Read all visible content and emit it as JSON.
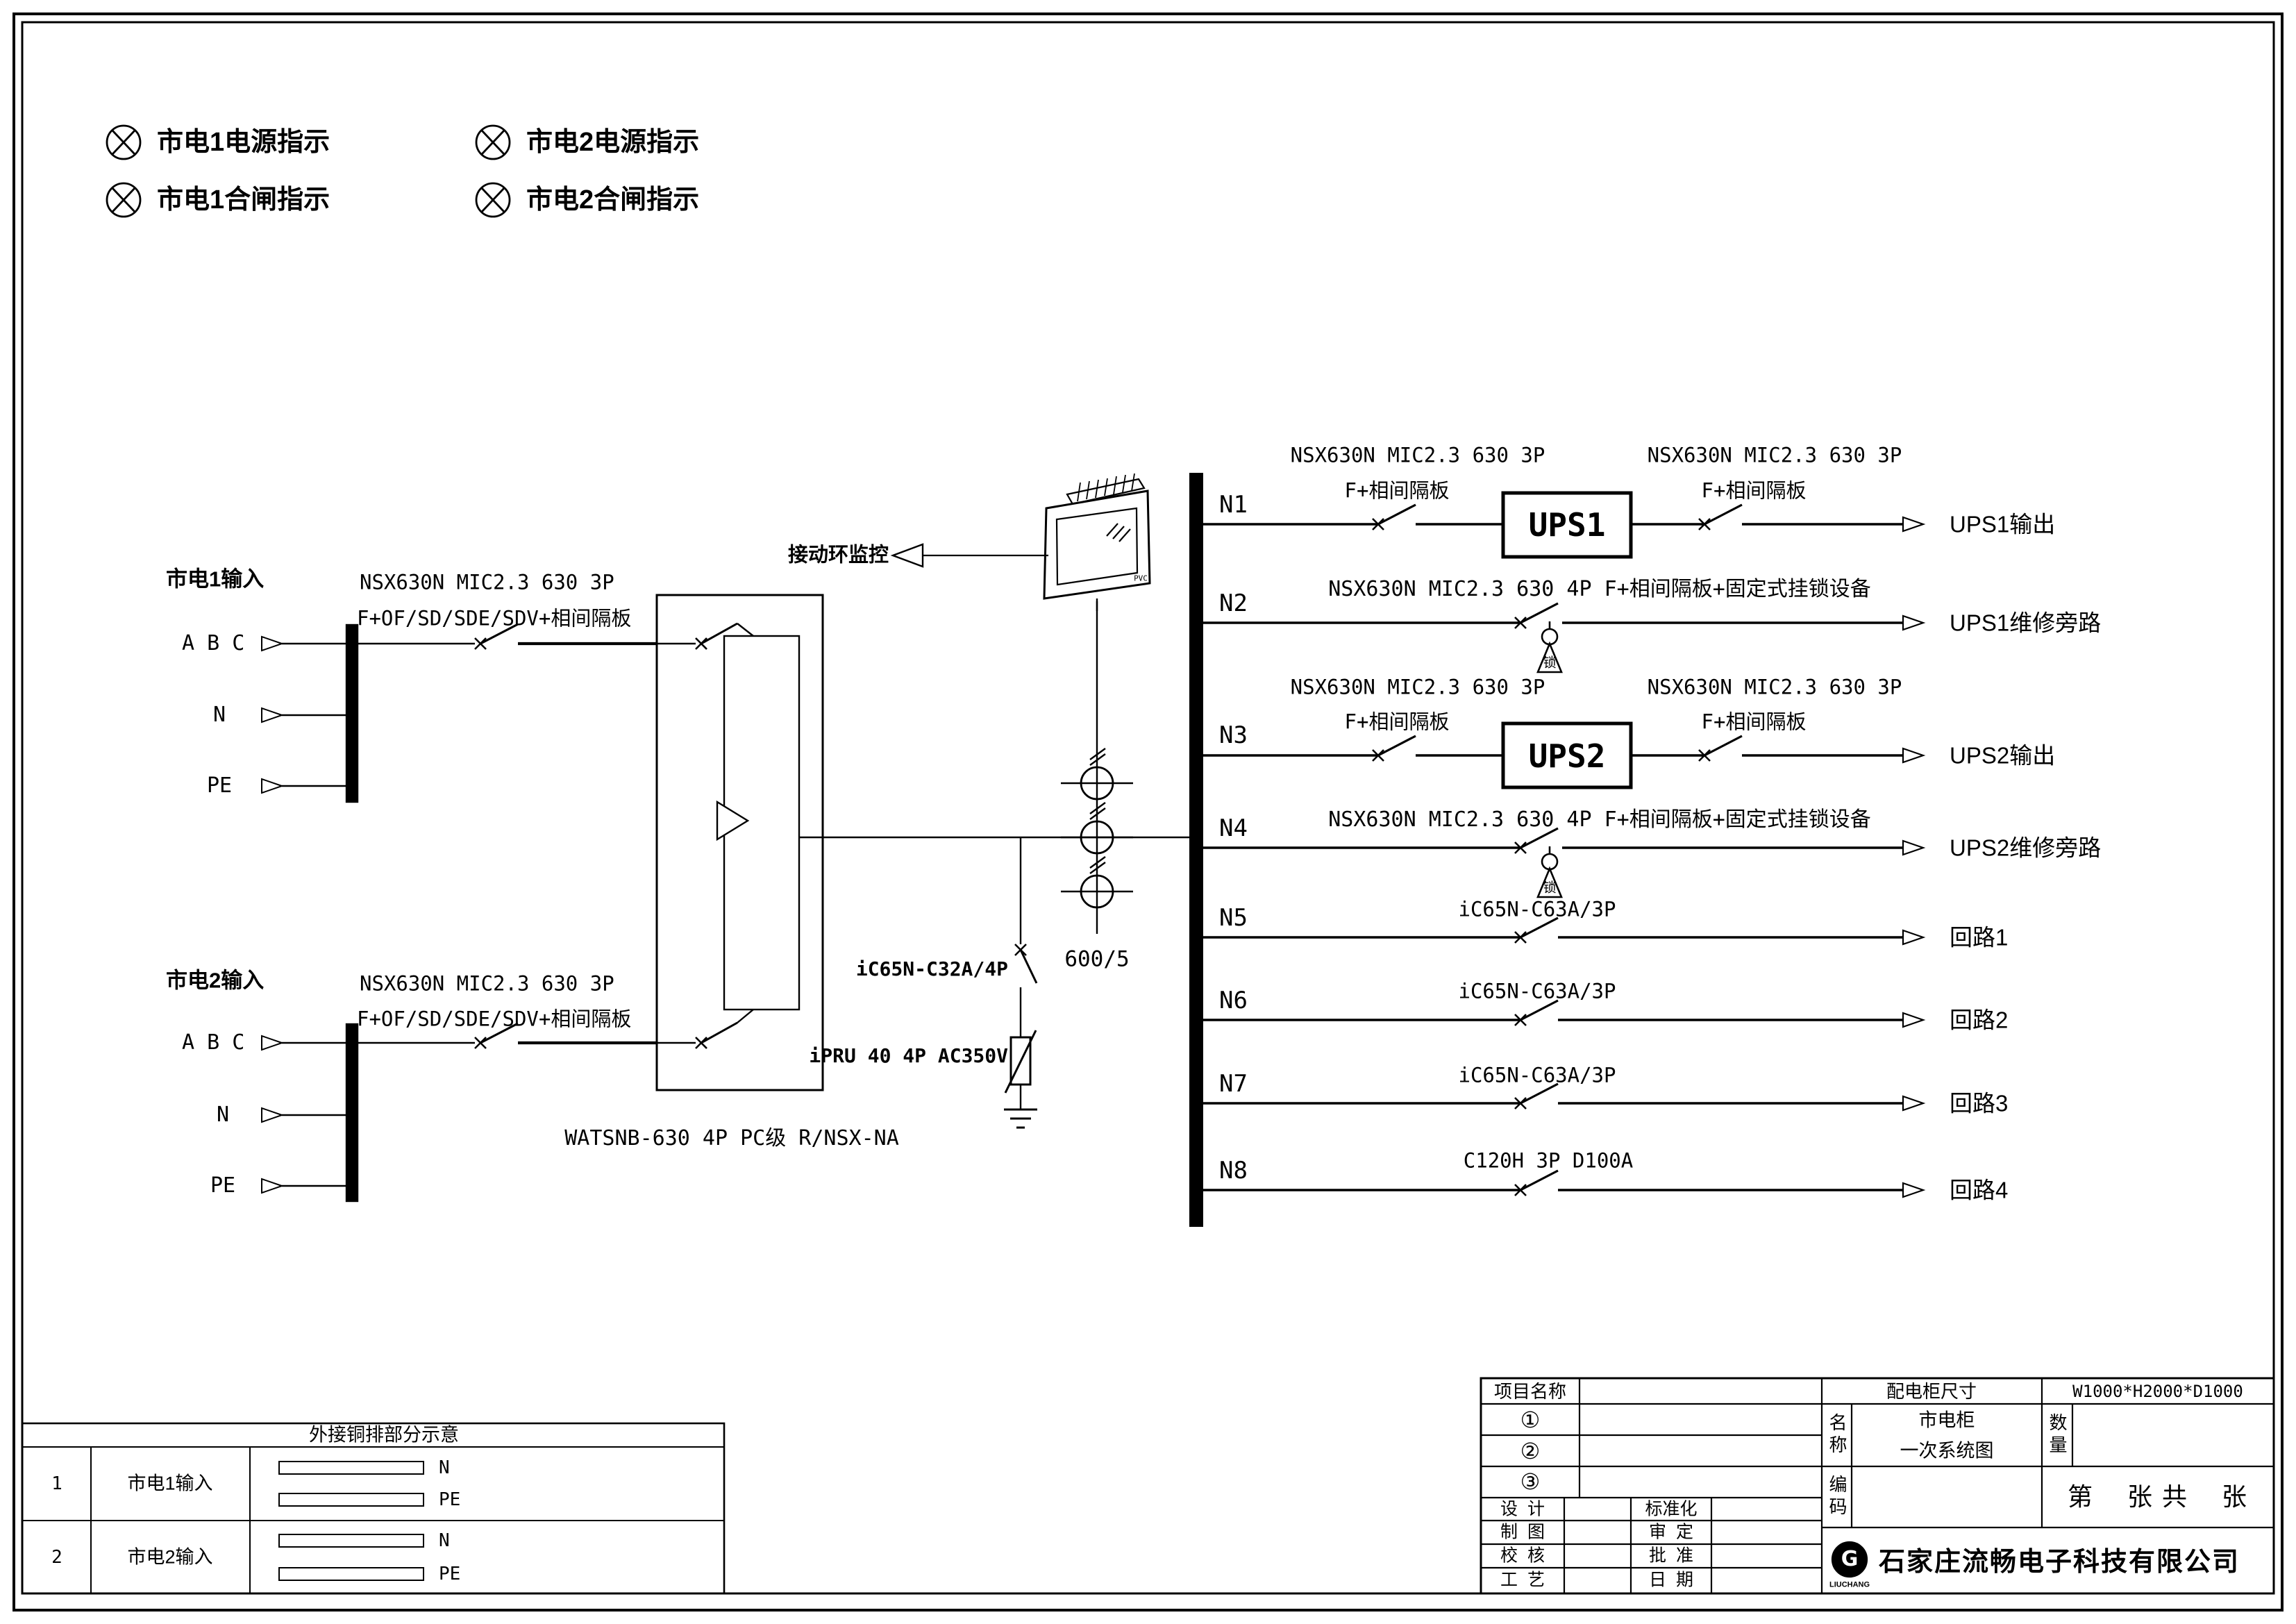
{
  "indicators": [
    {
      "label": "市电1电源指示"
    },
    {
      "label": "市电2电源指示"
    },
    {
      "label": "市电1合闸指示"
    },
    {
      "label": "市电2合闸指示"
    }
  ],
  "input1": {
    "title": "市电1输入",
    "breaker_line1": "NSX630N MIC2.3 630 3P",
    "breaker_line2": "F+OF/SD/SDE/SDV+相间隔板",
    "phases": "A B C",
    "neutral": "N",
    "pe": "PE"
  },
  "input2": {
    "title": "市电2输入",
    "breaker_line1": "NSX630N MIC2.3 630 3P",
    "breaker_line2": "F+OF/SD/SDE/SDV+相间隔板",
    "phases": "A B C",
    "neutral": "N",
    "pe": "PE"
  },
  "ats": {
    "model": "WATSNB-630 4P PC级 R/NSX-NA"
  },
  "monitor": {
    "label": "接动环监控"
  },
  "hmi": {
    "corner": "PVC"
  },
  "ct": {
    "ratio": "600/5"
  },
  "spd": {
    "breaker": "iC65N-C32A/4P",
    "arrester": "iPRU 40 4P AC350V"
  },
  "feeders": [
    {
      "id": "N1",
      "b1_line1": "NSX630N MIC2.3 630 3P",
      "b1_line2": "F+相间隔板",
      "ups": "UPS1",
      "b2_line1": "NSX630N MIC2.3 630 3P",
      "b2_line2": "F+相间隔板",
      "out": "UPS1输出"
    },
    {
      "id": "N2",
      "label": "NSX630N MIC2.3 630 4P F+相间隔板+固定式挂锁设备",
      "lock": "锁",
      "out": "UPS1维修旁路"
    },
    {
      "id": "N3",
      "b1_line1": "NSX630N MIC2.3 630 3P",
      "b1_line2": "F+相间隔板",
      "ups": "UPS2",
      "b2_line1": "NSX630N MIC2.3 630 3P",
      "b2_line2": "F+相间隔板",
      "out": "UPS2输出"
    },
    {
      "id": "N4",
      "label": "NSX630N MIC2.3 630 4P F+相间隔板+固定式挂锁设备",
      "lock": "锁",
      "out": "UPS2维修旁路"
    },
    {
      "id": "N5",
      "label": "iC65N-C63A/3P",
      "out": "回路1"
    },
    {
      "id": "N6",
      "label": "iC65N-C63A/3P",
      "out": "回路2"
    },
    {
      "id": "N7",
      "label": "iC65N-C63A/3P",
      "out": "回路3"
    },
    {
      "id": "N8",
      "label": "C120H 3P D100A",
      "out": "回路4"
    }
  ],
  "bus_table": {
    "title": "外接铜排部分示意",
    "rows": [
      {
        "no": "1",
        "name": "市电1输入",
        "bar1": "N",
        "bar2": "PE"
      },
      {
        "no": "2",
        "name": "市电2输入",
        "bar1": "N",
        "bar2": "PE"
      }
    ]
  },
  "title_block": {
    "project_label": "项目名称",
    "size_label": "配电柜尺寸",
    "size_value": "W1000*H2000*D1000",
    "item1": "①",
    "item2": "②",
    "item3": "③",
    "name_label": "名称",
    "name_line1": "市电柜",
    "name_line2": "一次系统图",
    "qty_label": "数量",
    "code_label": "编码",
    "sheet": "第    张 共    张",
    "design": "设  计",
    "standard": "标准化",
    "draft": "制  图",
    "review": "审  定",
    "check": "校  核",
    "approve": "批  准",
    "process": "工  艺",
    "date": "日  期",
    "company": "石家庄流畅电子科技有限公司",
    "logo_letter": "G",
    "logo_text": "LIUCHANG"
  }
}
